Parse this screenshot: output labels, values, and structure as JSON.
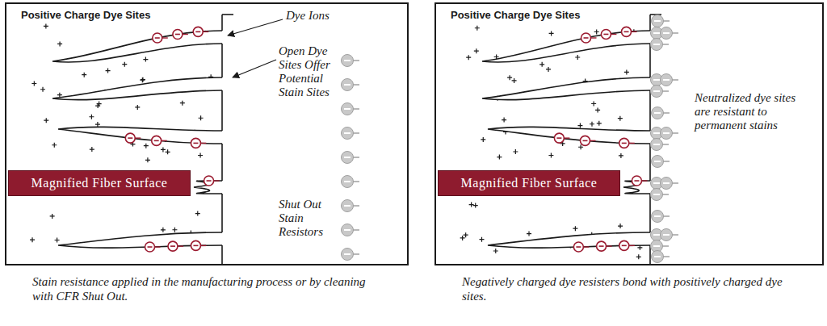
{
  "diagram": {
    "nodes": [
      {
        "text": [
          "Positive Charge Dye Sites",
          "Dye Ions",
          "Open Dye Sites Offer Potential Stain Sites",
          "Shut Out Stain Resistors"
        ]
      },
      {
        "text": [
          "Magnified Fiber Surface"
        ],
        "in": 0
      },
      {
        "text": [
          "Positive Charge Dye Sites",
          "Neutralized dye sites are resistant to permanent stains"
        ]
      },
      {
        "text": [
          "Magnified Fiber Surface"
        ],
        "in": 2
      }
    ],
    "labels": [
      "Stain resistance applied in the manufacturing process or by cleaning with CFR Shut Out.",
      "Negatively charged dye resisters bond with positively charged dye sites."
    ]
  }
}
